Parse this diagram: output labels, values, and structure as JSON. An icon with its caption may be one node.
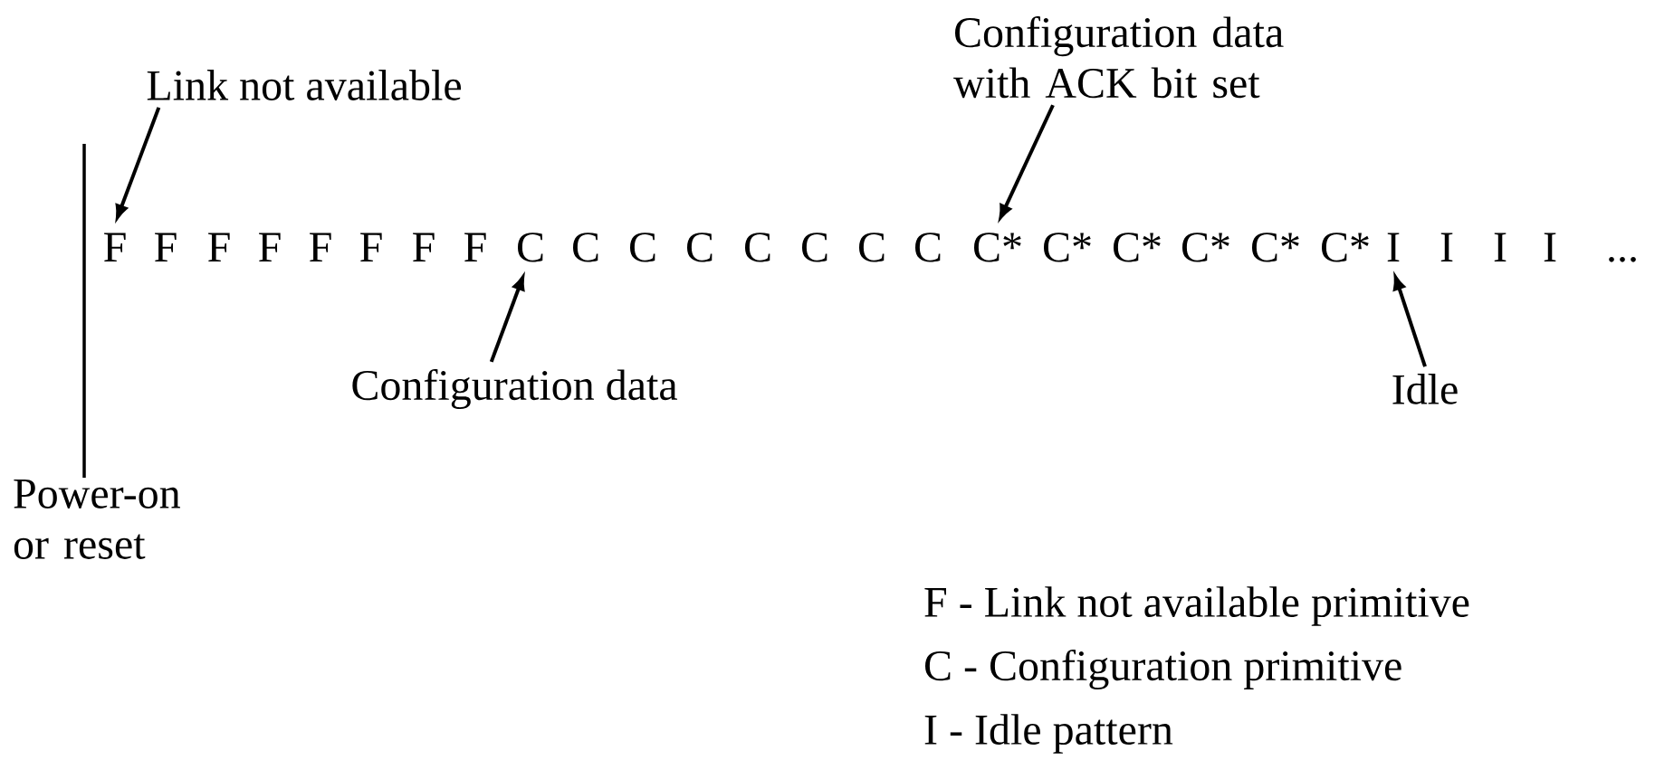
{
  "diagram": {
    "nodes": [
      {
        "text": [
          "Configuration data with ACK bit set"
        ]
      },
      {
        "text": [
          "Link not available"
        ]
      },
      {
        "text": [
          "F"
        ]
      },
      {
        "text": [
          "C"
        ]
      },
      {
        "text": [
          "C*"
        ]
      },
      {
        "text": [
          "I"
        ]
      },
      {
        "text": [
          "Configuration data"
        ]
      },
      {
        "text": [
          "Idle"
        ]
      }
    ],
    "edges": [
      {
        "from": 1,
        "to": 2,
        "arrow": "to"
      },
      {
        "from": 0,
        "to": 4,
        "arrow": "to"
      },
      {
        "from": 6,
        "to": 3,
        "arrow": "to"
      },
      {
        "from": 7,
        "to": 5,
        "arrow": "to"
      }
    ],
    "labels": [
      "F",
      "F",
      "F",
      "F",
      "F",
      "F",
      "F",
      "C",
      "C",
      "C",
      "C",
      "C",
      "C",
      "C",
      "C*",
      "C*",
      "C*",
      "C*",
      "C*",
      "I",
      "I",
      "I",
      "...",
      "Power-on or reset",
      "F - Link not available primitive",
      "C - Configuration primitive",
      "I - Idle pattern"
    ]
  }
}
